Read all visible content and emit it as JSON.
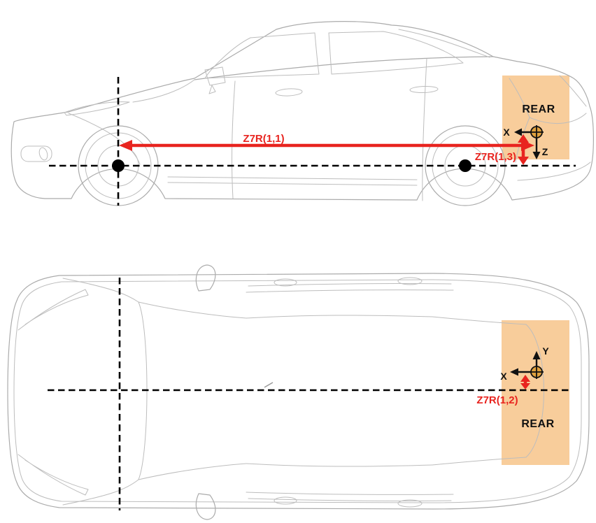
{
  "colors": {
    "highlight_orange": "#F8CD9B",
    "annotation_red": "#E8241F",
    "origin_marker_fill": "#E0A13E",
    "car_outline_gray": "#ABABAB",
    "reference_black": "#000000"
  },
  "side_view": {
    "rear_zone_label": "REAR",
    "dim_longitudinal_label": "Z7R(1,1)",
    "dim_vertical_label": "Z7R(1,3)",
    "axis_x_label": "X",
    "axis_z_label": "Z"
  },
  "top_view": {
    "rear_zone_label": "REAR",
    "dim_lateral_label": "Z7R(1,2)",
    "axis_x_label": "X",
    "axis_y_label": "Y"
  }
}
